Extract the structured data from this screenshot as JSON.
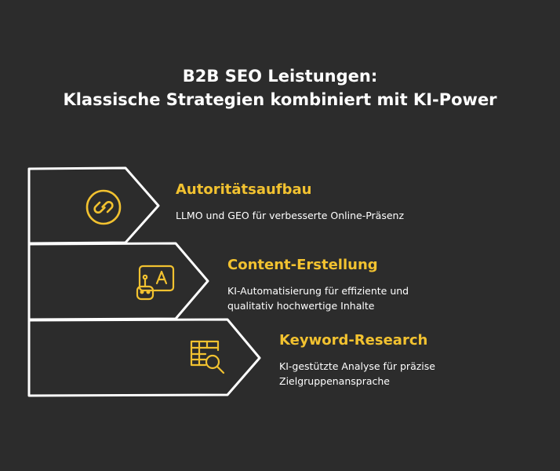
{
  "title": {
    "line1": "B2B SEO Leistungen:",
    "line2": "Klassische Strategien kombiniert mit KI-Power"
  },
  "colors": {
    "background": "#2c2c2c",
    "accent": "#f2c230",
    "outline": "#ffffff"
  },
  "items": [
    {
      "heading": "Autoritätsaufbau",
      "description": "LLMO und GEO für verbesserte Online-Präsenz",
      "icon": "link-chain-icon"
    },
    {
      "heading": "Content-Erstellung",
      "description": "KI-Automatisierung für effiziente und qualitativ hochwertige Inhalte",
      "icon": "robot-text-icon"
    },
    {
      "heading": "Keyword-Research",
      "description": "KI-gestützte Analyse für präzise Zielgruppenansprache",
      "icon": "table-search-icon"
    }
  ]
}
